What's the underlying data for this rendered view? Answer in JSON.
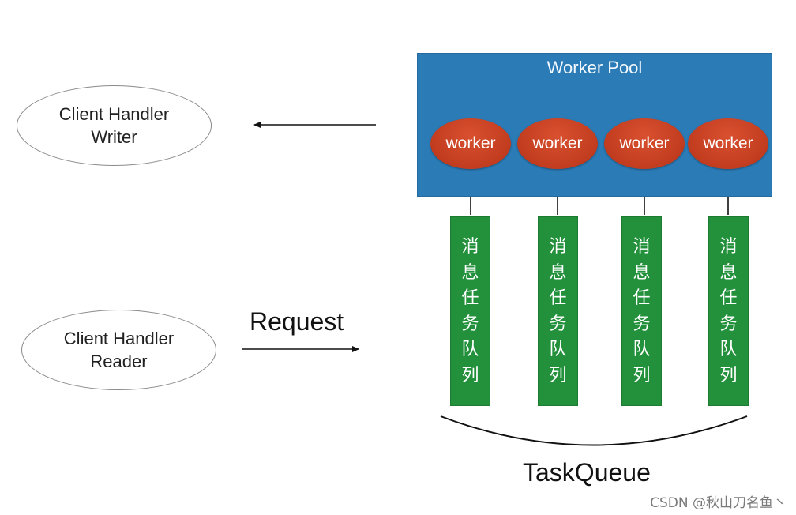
{
  "client_writer": {
    "label": "Client Handler\nWriter"
  },
  "client_reader": {
    "label": "Client Handler\nReader"
  },
  "worker_pool": {
    "title": "Worker Pool",
    "workers": [
      "worker",
      "worker",
      "worker",
      "worker"
    ]
  },
  "queues": [
    [
      "消",
      "息",
      "任",
      "务",
      "队",
      "列"
    ],
    [
      "消",
      "息",
      "任",
      "务",
      "队",
      "列"
    ],
    [
      "消",
      "息",
      "任",
      "务",
      "队",
      "列"
    ],
    [
      "消",
      "息",
      "任",
      "务",
      "队",
      "列"
    ]
  ],
  "request_label": "Request",
  "taskqueue_label": "TaskQueue",
  "watermark": "CSDN @秋山刀名鱼丶",
  "colors": {
    "pool_bg": "#2a7bb6",
    "worker_bg": "#c23c1f",
    "queue_bg": "#23913c"
  }
}
